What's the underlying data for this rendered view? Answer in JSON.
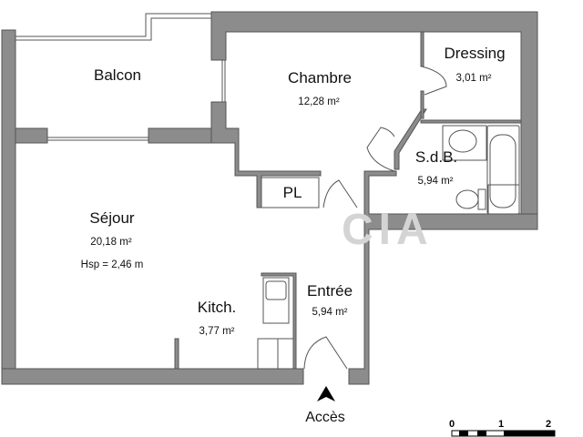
{
  "watermark": "CIA",
  "rooms": [
    {
      "name": "Balcon",
      "area": ""
    },
    {
      "name": "Chambre",
      "area": "12,28 m²"
    },
    {
      "name": "Dressing",
      "area": "3,01 m²"
    },
    {
      "name": "S.d.B.",
      "area": "5,94 m²"
    },
    {
      "name": "PL",
      "area": ""
    },
    {
      "name": "Séjour",
      "area": "20,18 m²",
      "extra": "Hsp = 2,46 m"
    },
    {
      "name": "Kitch.",
      "area": "3,77 m²"
    },
    {
      "name": "Entrée",
      "area": "5,94 m²"
    }
  ],
  "access_label": "Accès",
  "scale": {
    "ticks": [
      "0",
      "1",
      "2"
    ],
    "unit_m": 1
  },
  "colors": {
    "wall": "#8c8c8c",
    "line": "#555555"
  }
}
